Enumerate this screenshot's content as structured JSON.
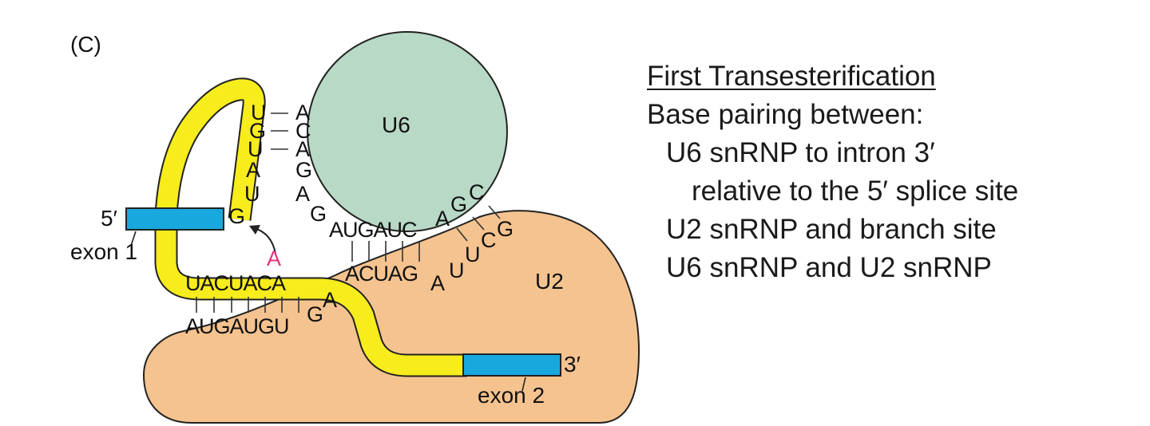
{
  "panel_label": "(C)",
  "diagram": {
    "u6_label": "U6",
    "u2_label": "U2",
    "five_prime": "5′",
    "three_prime": "3′",
    "exon1_label": "exon 1",
    "exon2_label": "exon 2",
    "branch_a": "A",
    "u6_vertical": [
      "A",
      "C",
      "A",
      "G",
      "A"
    ],
    "intron_vertical": [
      "U",
      "G",
      "U",
      "A",
      "U"
    ],
    "intron_g": "G",
    "u6_lower": "AUGAUC",
    "u6_a": "A",
    "u6_g": "G",
    "u6_c": "C",
    "u2_upper": "ACUAG",
    "u2_a": "A",
    "u2_u": "U",
    "u2_u2": "U",
    "u2_c": "C",
    "u2_g": "G",
    "intron_branch_seq": "UACUACA",
    "u2_lower": "AUGAUGU",
    "u2_lower_g": "G",
    "u2_lower_a": "A"
  },
  "colors": {
    "u6": "#b8d9c6",
    "u2": "#f5c38f",
    "intron": "#f7ec1c",
    "exon": "#19a8de",
    "branch_a": "#e0357e"
  },
  "side_text": {
    "title": "First Transesterification",
    "line1": "Base pairing between:",
    "line2": "U6 snRNP to intron 3′",
    "line3": "relative to the 5′ splice site",
    "line4": "U2 snRNP and branch site",
    "line5": "U6 snRNP and U2 snRNP"
  }
}
